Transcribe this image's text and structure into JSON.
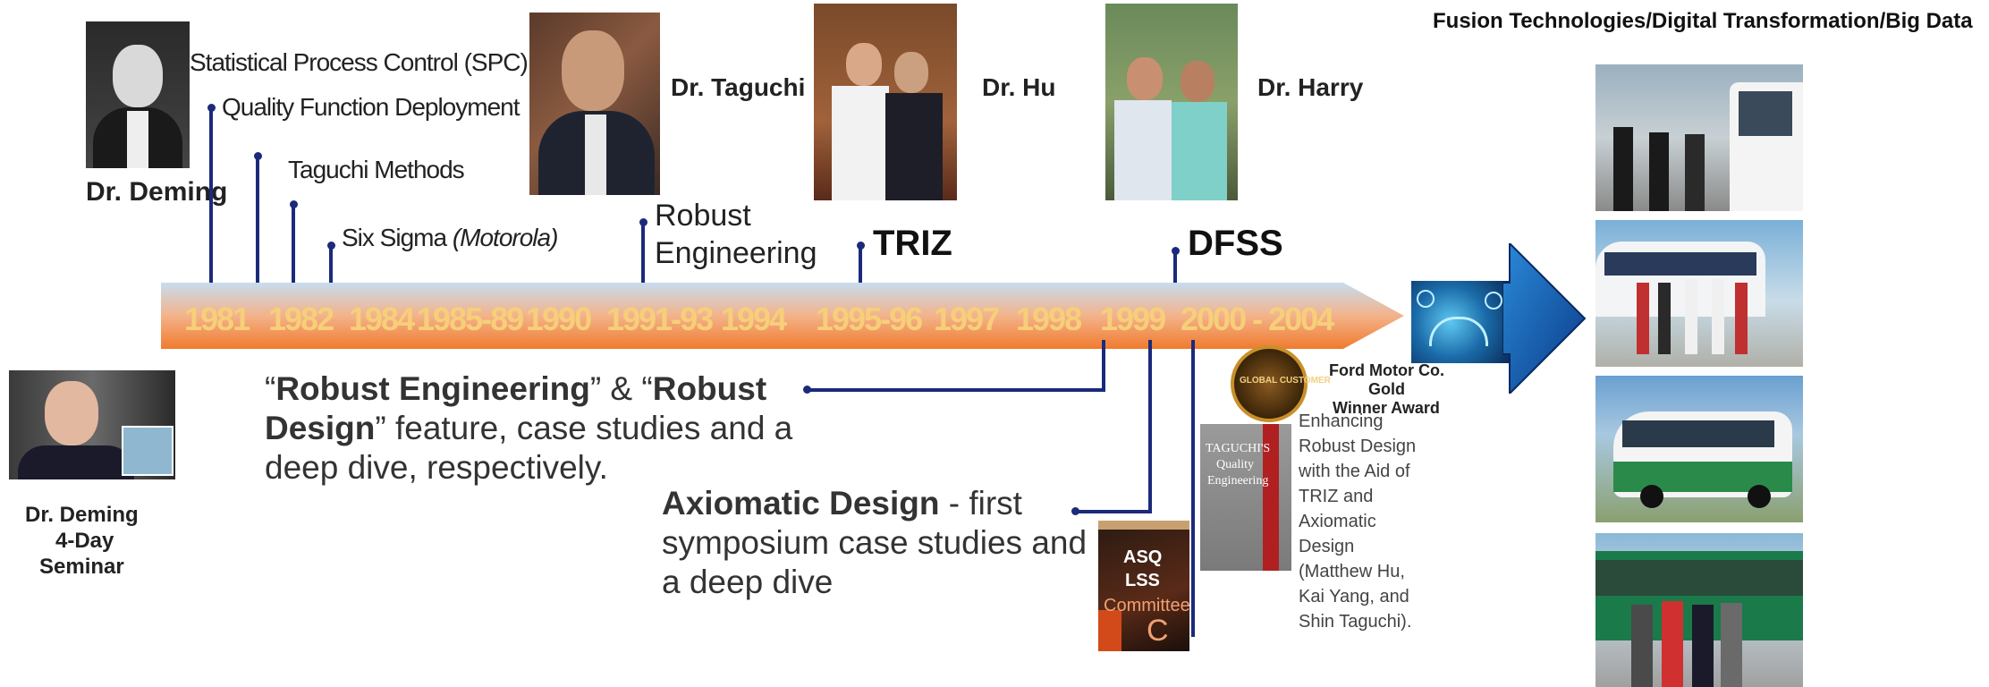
{
  "header": {
    "title": "Fusion Technologies/Digital Transformation/Big Data"
  },
  "timeline": {
    "years": [
      "1981",
      "1982",
      "1984",
      "1985-89",
      "1990",
      "1991-93",
      "1994",
      "1995-96",
      "1997",
      "1998",
      "1999",
      "2000 - 2004"
    ],
    "events_above": {
      "spc": "Statistical Process Control (SPC)",
      "qfd": "Quality Function Deployment",
      "taguchi_methods": "Taguchi Methods",
      "six_sigma": "Six Sigma ",
      "six_sigma_org": "(Motorola)",
      "robust_engineering_1": "Robust",
      "robust_engineering_2": "Engineering",
      "triz": "TRIZ",
      "dfss": "DFSS"
    }
  },
  "people": {
    "deming": "Dr. Deming",
    "taguchi": "Dr. Taguchi",
    "hu": "Dr. Hu",
    "harry": "Dr. Harry",
    "seminar_line1": "Dr. Deming",
    "seminar_line2": "4-Day",
    "seminar_line3": "Seminar"
  },
  "notes": {
    "robust_q1": "“",
    "robust_b1": "Robust Engineering",
    "robust_t1": "” & “",
    "robust_b2": "Robust",
    "robust_b3": "Design",
    "robust_t2": "” feature, case studies and a",
    "robust_t3": "deep dive, respectively.",
    "axiomatic_bold": "Axiomatic Design",
    "axiomatic_t1": " - first",
    "axiomatic_t2": "symposium case studies and",
    "axiomatic_t3": "a deep dive",
    "book_lines": [
      "Enhancing",
      "Robust Design",
      "with the Aid of",
      "TRIZ and",
      "Axiomatic",
      "Design",
      "(Matthew Hu,",
      "Kai Yang, and",
      "Shin Taguchi)."
    ]
  },
  "award": {
    "line1": "Ford Motor Co.",
    "line2": "Gold",
    "line3": "Winner Award",
    "badge_text": "GLOBAL CUSTOMER"
  },
  "book_covers": {
    "taguchi_book_1": "TAGUCHI'S",
    "taguchi_book_2": "Quality",
    "taguchi_book_3": "Engineering",
    "asq_1": "ASQ",
    "asq_2": "LSS",
    "asq_3": "Committee",
    "asq_4": "C"
  }
}
